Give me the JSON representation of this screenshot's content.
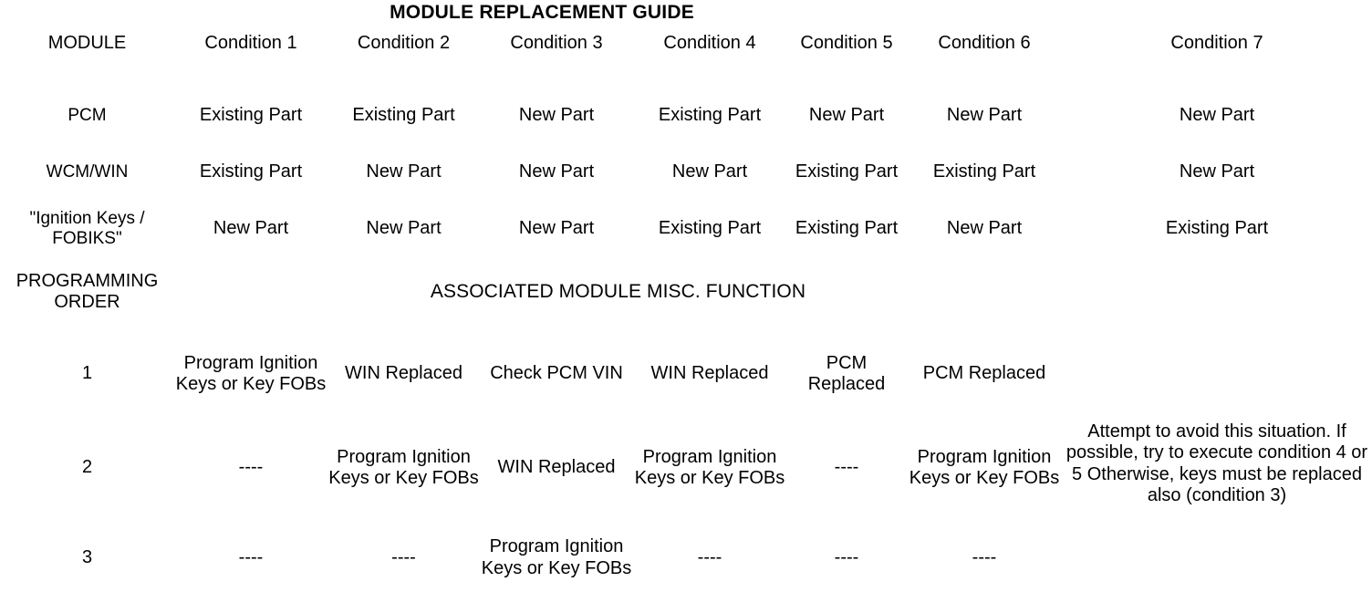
{
  "title": "MODULE REPLACEMENT GUIDE",
  "header": {
    "module_label": "MODULE",
    "conditions": [
      "Condition 1",
      "Condition 2",
      "Condition 3",
      "Condition 4",
      "Condition 5",
      "Condition 6",
      "Condition 7"
    ]
  },
  "module_rows": [
    {
      "label": "PCM",
      "values": [
        "Existing Part",
        "Existing Part",
        "New Part",
        "Existing Part",
        "New Part",
        "New Part",
        "New Part"
      ]
    },
    {
      "label": "WCM/WIN",
      "values": [
        "Existing Part",
        "New Part",
        "New Part",
        "New Part",
        "Existing Part",
        "Existing Part",
        "New Part"
      ]
    },
    {
      "label": "\"Ignition Keys / FOBIKS\"",
      "values": [
        "New Part",
        "New Part",
        "New Part",
        "Existing Part",
        "Existing Part",
        "New Part",
        "Existing Part"
      ]
    }
  ],
  "section": {
    "programming_order_label": "PROGRAMMING ORDER",
    "associated_function_label": "ASSOCIATED MODULE MISC. FUNCTION"
  },
  "programming_rows": [
    {
      "order": "1",
      "values": [
        "Program Ignition Keys or Key FOBs",
        "WIN Replaced",
        "Check PCM VIN",
        "WIN Replaced",
        "PCM Replaced",
        "PCM Replaced"
      ]
    },
    {
      "order": "2",
      "values": [
        "----",
        "Program Ignition Keys or Key FOBs",
        "WIN Replaced",
        "Program Ignition Keys or Key FOBs",
        "----",
        "Program Ignition Keys or Key FOBs"
      ]
    },
    {
      "order": "3",
      "values": [
        "----",
        "----",
        "Program Ignition Keys or Key FOBs",
        "----",
        "----",
        "----"
      ]
    }
  ],
  "condition7_note": "Attempt to avoid this situation. If possible, try to execute condition 4 or 5 Otherwise, keys must be replaced also (condition 3)"
}
